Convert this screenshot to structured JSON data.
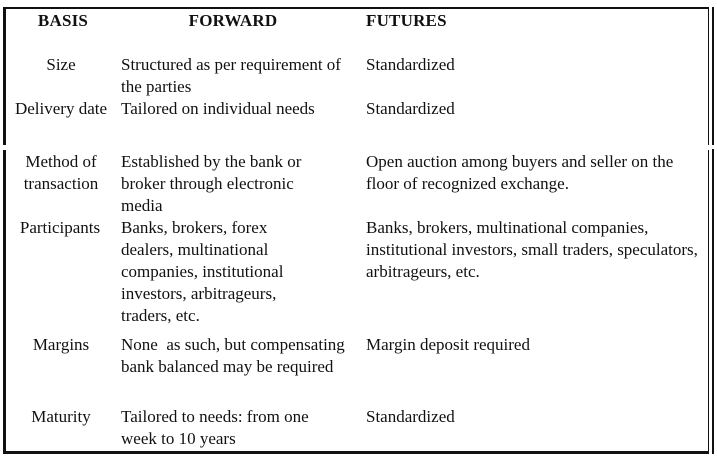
{
  "table": {
    "headers": {
      "basis": "BASIS",
      "forward": "FORWARD",
      "futures": "FUTURES"
    },
    "rows": [
      {
        "basis": "Size",
        "forward": "Structured as per requirement of the parties",
        "futures": "Standardized"
      },
      {
        "basis": "Delivery date",
        "forward": "Tailored on individual needs",
        "futures": "Standardized"
      },
      {
        "basis": "Method of transaction",
        "forward": "Established by the bank or broker through electronic media",
        "futures": "Open auction among buyers and seller on the floor of recognized exchange."
      },
      {
        "basis": "Participants",
        "forward": "Banks, brokers, forex dealers, multinational companies, institutional investors, arbitrageurs, traders, etc.",
        "futures": "Banks, brokers, multinational companies, institutional investors, small traders, speculators, arbitrageurs, etc."
      },
      {
        "basis": "Margins",
        "forward": "None  as such, but compensating bank balanced may be required",
        "futures": "Margin deposit required"
      },
      {
        "basis": "Maturity",
        "forward": "Tailored to needs: from one week to 10 years",
        "futures": "Standardized"
      }
    ]
  }
}
